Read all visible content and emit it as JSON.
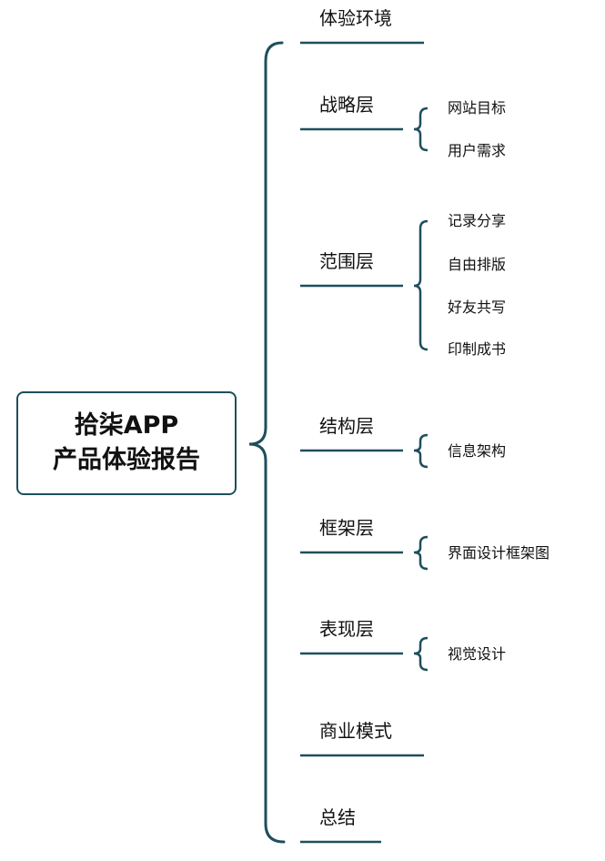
{
  "root": {
    "line1": "拾柒APP",
    "line2": "产品体验报告"
  },
  "branches": [
    {
      "label": "体验环境",
      "children": []
    },
    {
      "label": "战略层",
      "children": [
        "网站目标",
        "用户需求"
      ]
    },
    {
      "label": "范围层",
      "children": [
        "记录分享",
        "自由排版",
        "好友共写",
        "印制成书"
      ]
    },
    {
      "label": "结构层",
      "children": [
        "信息架构"
      ]
    },
    {
      "label": "框架层",
      "children": [
        "界面设计框架图"
      ]
    },
    {
      "label": "表现层",
      "children": [
        "视觉设计"
      ]
    },
    {
      "label": "商业模式",
      "children": []
    },
    {
      "label": "总结",
      "children": []
    }
  ],
  "colors": {
    "line": "#1e4f5c",
    "border": "#1e4f5c",
    "text": "#111111"
  }
}
